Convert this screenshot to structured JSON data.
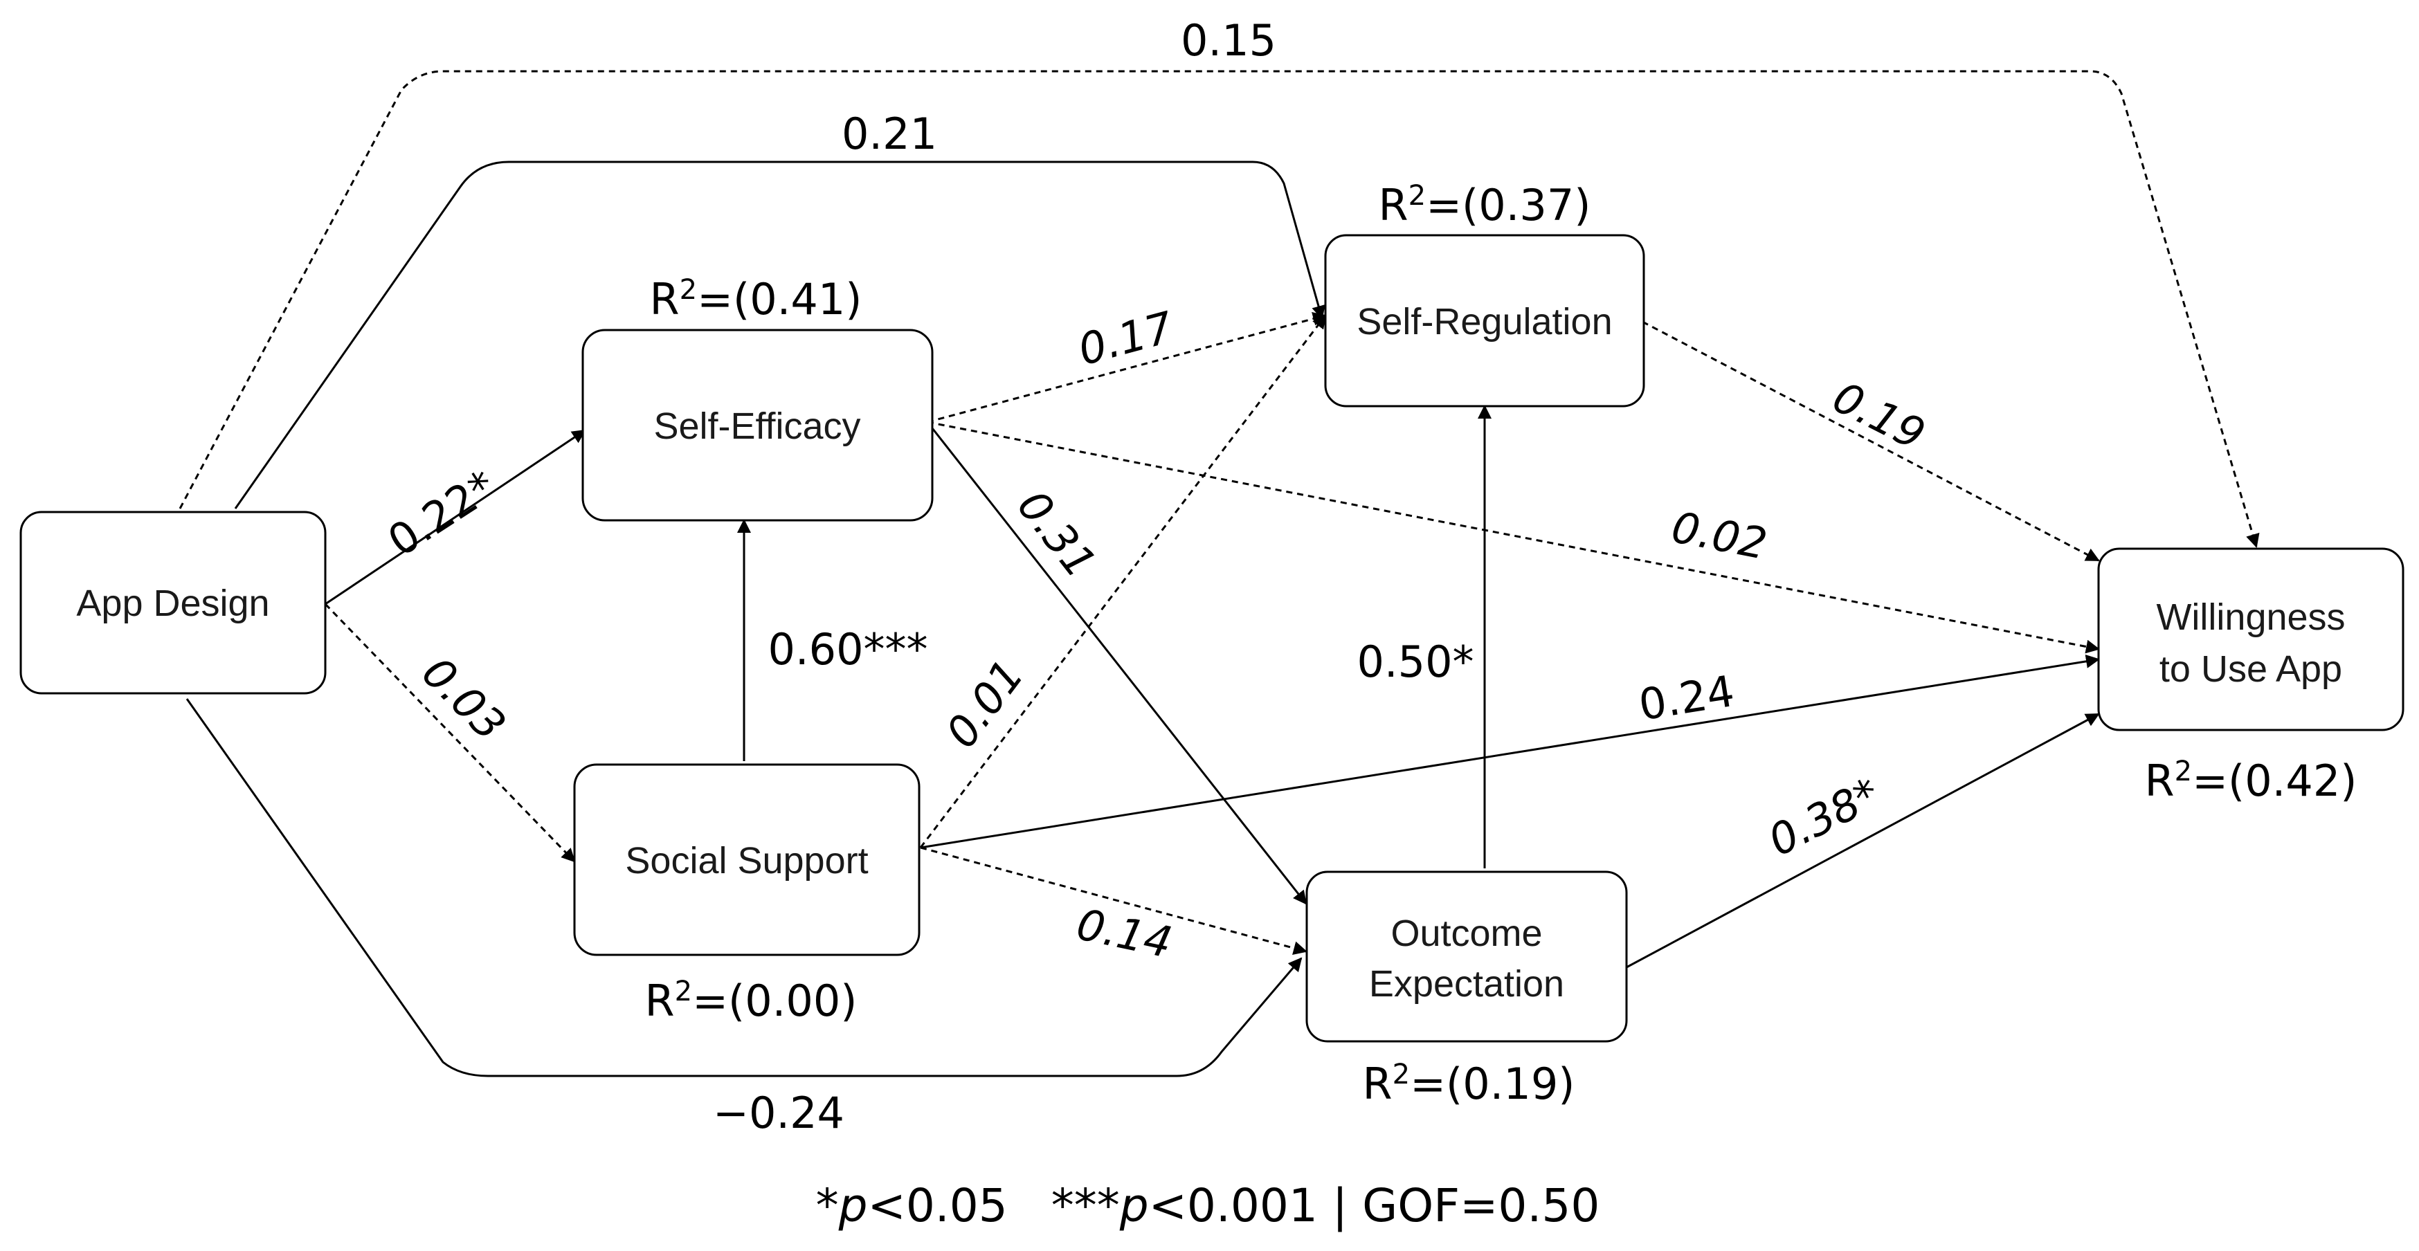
{
  "diagram": {
    "nodes": {
      "app_design": "App Design",
      "self_efficacy": "Self-Efficacy",
      "social_support": "Social Support",
      "self_regulation": "Self-Regulation",
      "outcome_expectation": [
        "Outcome",
        "Expectation"
      ],
      "willingness": [
        "Willingness",
        "to Use App"
      ]
    },
    "r2": {
      "prefix": "R",
      "sup": "2",
      "self_efficacy": "=(0.41)",
      "social_support": "=(0.00)",
      "self_regulation": "=(0.37)",
      "outcome_expectation": "=(0.19)",
      "willingness": "=(0.42)"
    },
    "paths": [
      {
        "from": "App Design",
        "to": "Self-Efficacy",
        "label": "0.22*",
        "style": "solid"
      },
      {
        "from": "App Design",
        "to": "Social Support",
        "label": "0.03",
        "style": "dashed"
      },
      {
        "from": "App Design",
        "to": "Self-Regulation",
        "label": "0.21",
        "style": "solid"
      },
      {
        "from": "App Design",
        "to": "Willingness to Use App",
        "label": "0.15",
        "style": "dashed"
      },
      {
        "from": "App Design",
        "to": "Outcome Expectation",
        "label": "−0.24",
        "style": "solid"
      },
      {
        "from": "Social Support",
        "to": "Self-Efficacy",
        "label": "0.60***",
        "style": "solid"
      },
      {
        "from": "Self-Efficacy",
        "to": "Self-Regulation",
        "label": "0.17",
        "style": "dashed"
      },
      {
        "from": "Self-Efficacy",
        "to": "Outcome Expectation",
        "label": "0.31",
        "style": "solid"
      },
      {
        "from": "Self-Efficacy",
        "to": "Willingness to Use App",
        "label": "0.02",
        "style": "dashed"
      },
      {
        "from": "Social Support",
        "to": "Self-Regulation",
        "label": "0.01",
        "style": "dashed"
      },
      {
        "from": "Social Support",
        "to": "Outcome Expectation",
        "label": "0.14",
        "style": "dashed"
      },
      {
        "from": "Social Support",
        "to": "Willingness to Use App",
        "label": "0.24",
        "style": "solid"
      },
      {
        "from": "Outcome Expectation",
        "to": "Self-Regulation",
        "label": "0.50*",
        "style": "solid"
      },
      {
        "from": "Self-Regulation",
        "to": "Willingness to Use App",
        "label": "0.19",
        "style": "dashed"
      },
      {
        "from": "Outcome Expectation",
        "to": "Willingness to Use App",
        "label": "0.38*",
        "style": "solid"
      }
    ],
    "footnote": {
      "star1": "*",
      "p1": "p",
      "t1": "<0.05   ***",
      "p2": "p",
      "t2": "<0.001 | GOF=0.50"
    }
  }
}
